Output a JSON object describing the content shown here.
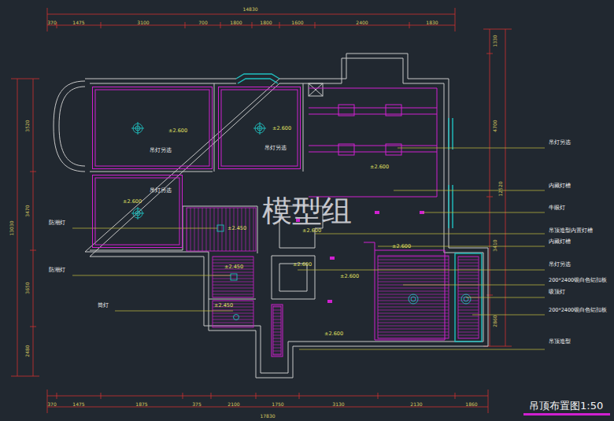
{
  "diagram": {
    "caption": "吊顶布置图1:50",
    "nodes": [
      {
        "text": [
          "±2.600",
          "吊灯另选"
        ]
      },
      {
        "text": [
          "±2.600",
          "吊灯另选"
        ]
      },
      {
        "text": [
          "吊灯另选",
          "±2.600"
        ]
      }
    ],
    "labels": [
      "14830",
      "370",
      "1475",
      "3100",
      "700",
      "1800",
      "1800",
      "1600",
      "2400",
      "1830",
      "17830",
      "370",
      "1475",
      "1875",
      "375",
      "2100",
      "1750",
      "3130",
      "2130",
      "1860",
      "13030",
      "3520",
      "3470",
      "3650",
      "2480",
      "12520",
      "1330",
      "4700",
      "3410",
      "2860",
      "±2.600",
      "±2.600",
      "±2.600",
      "±2.600",
      "±2.600",
      "±2.600",
      "±2.450",
      "±2.450",
      "±2.450",
      "吊灯另选",
      "内藏灯槽",
      "牛眼灯",
      "吊顶造型内置灯槽",
      "内藏灯槽",
      "吊灯另选",
      "200*2400银白色铝扣板",
      "吸顶灯",
      "200*2400银白色铝扣板",
      "吊顶造型",
      "防潮灯",
      "防潮灯",
      "筒灯",
      "模型组"
    ]
  }
}
